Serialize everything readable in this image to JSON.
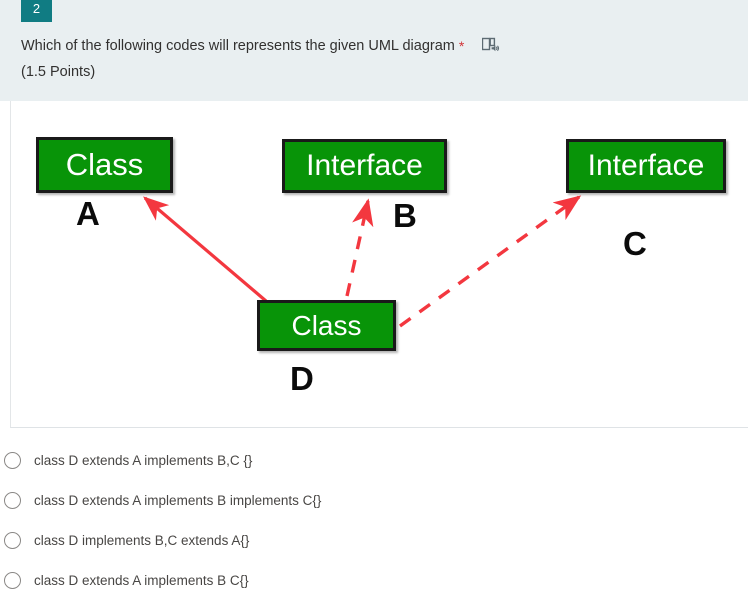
{
  "question": {
    "number": "2",
    "prompt": "Which of the following codes will represents the given UML diagram",
    "required_marker": "*",
    "points": "(1.5 Points)",
    "reader_icon": "immersive-reader-icon"
  },
  "diagram": {
    "type": "uml-class-diagram",
    "nodes": [
      {
        "id": "a",
        "box_text": "Class",
        "label": "A"
      },
      {
        "id": "b",
        "box_text": "Interface",
        "label": "B"
      },
      {
        "id": "c",
        "box_text": "Interface",
        "label": "C"
      },
      {
        "id": "d",
        "box_text": "Class",
        "label": "D"
      }
    ],
    "relations": [
      {
        "from": "D",
        "to": "A",
        "style": "solid",
        "meaning": "extends"
      },
      {
        "from": "D",
        "to": "B",
        "style": "dashed",
        "meaning": "implements"
      },
      {
        "from": "D",
        "to": "C",
        "style": "dashed",
        "meaning": "implements"
      }
    ],
    "colors": {
      "box_fill": "#089408",
      "box_border": "#1a1a1a",
      "box_text": "#ffffff",
      "label_text": "#0b0b0b",
      "arrow": "#f3373f"
    }
  },
  "options": [
    {
      "id": "opt1",
      "label": "class D extends A implements B,C {}",
      "selected": false
    },
    {
      "id": "opt2",
      "label": "class D extends A implements B implements C{}",
      "selected": false
    },
    {
      "id": "opt3",
      "label": "class D implements B,C extends A{}",
      "selected": false
    },
    {
      "id": "opt4",
      "label": "class D extends A implements B C{}",
      "selected": false
    }
  ],
  "theme": {
    "header_bg": "#e9eff1",
    "badge_bg": "#107c83",
    "page_bg": "#ffffff",
    "text": "#323130",
    "option_text": "#484644",
    "required_color": "#d13438"
  }
}
